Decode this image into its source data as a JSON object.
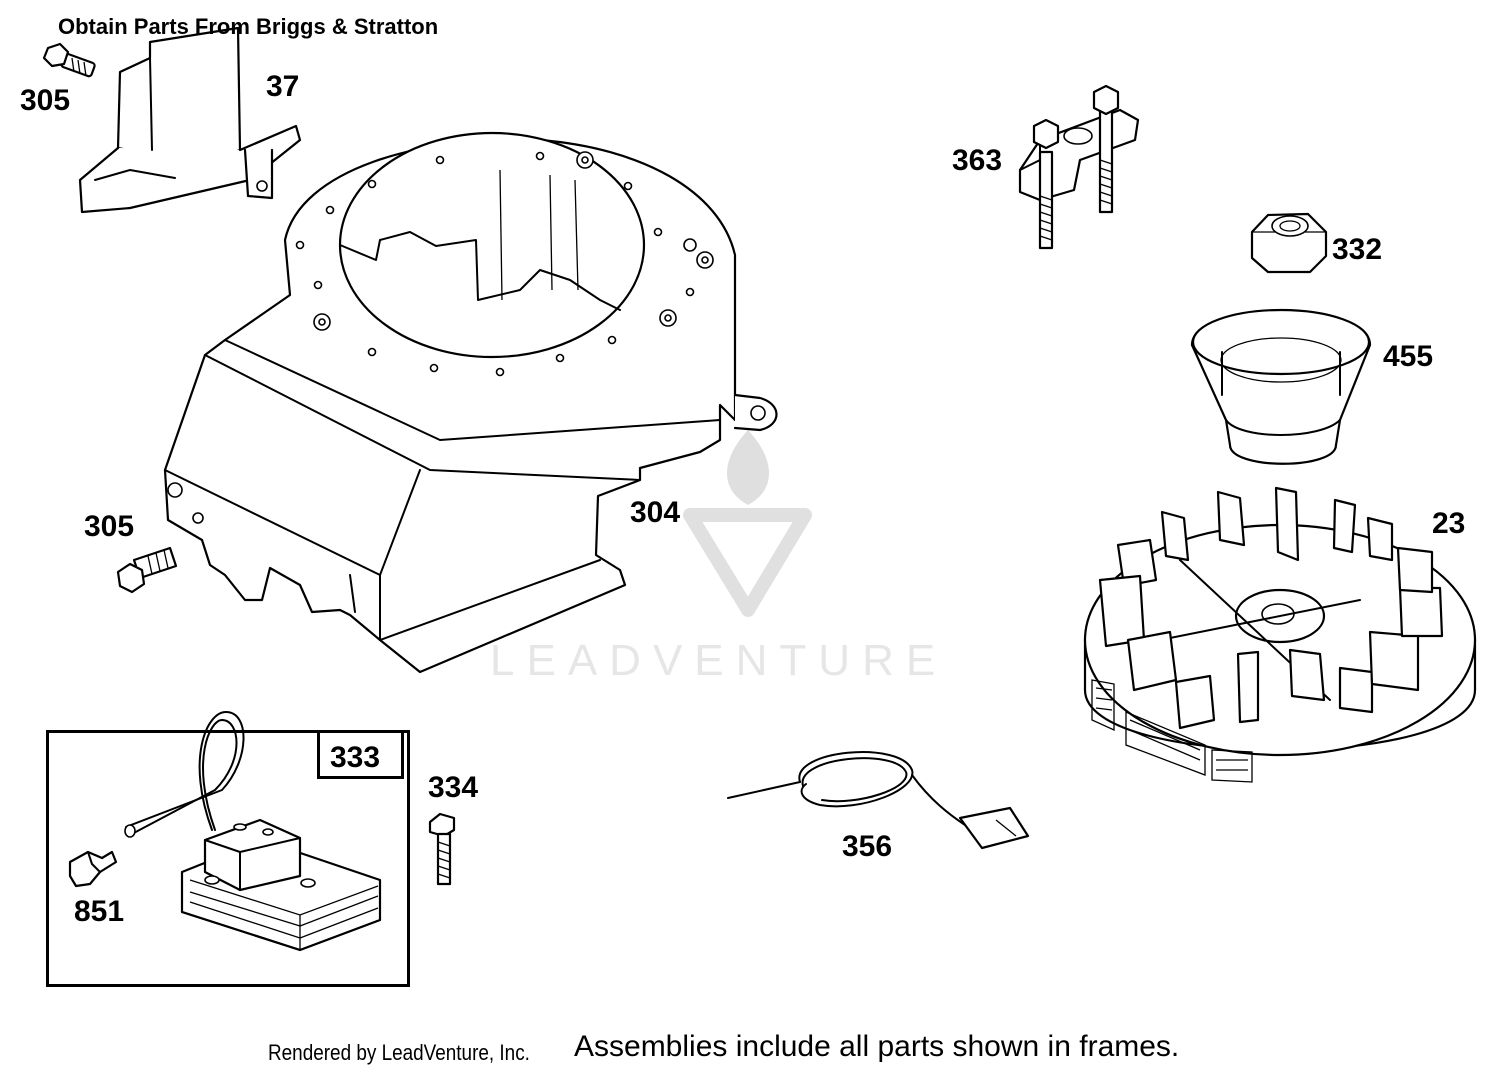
{
  "header": {
    "note": "Obtain Parts From Briggs & Stratton"
  },
  "labels": {
    "p305_top": "305",
    "p37": "37",
    "p363": "363",
    "p332": "332",
    "p455": "455",
    "p304": "304",
    "p305_mid": "305",
    "p23": "23",
    "p333": "333",
    "p334": "334",
    "p356": "356",
    "p851": "851"
  },
  "watermark": {
    "text": "LEADVENTURE"
  },
  "footer": {
    "rendered_by": "Rendered by LeadVenture, Inc.",
    "assemblies_note": "Assemblies include all parts shown in frames."
  }
}
